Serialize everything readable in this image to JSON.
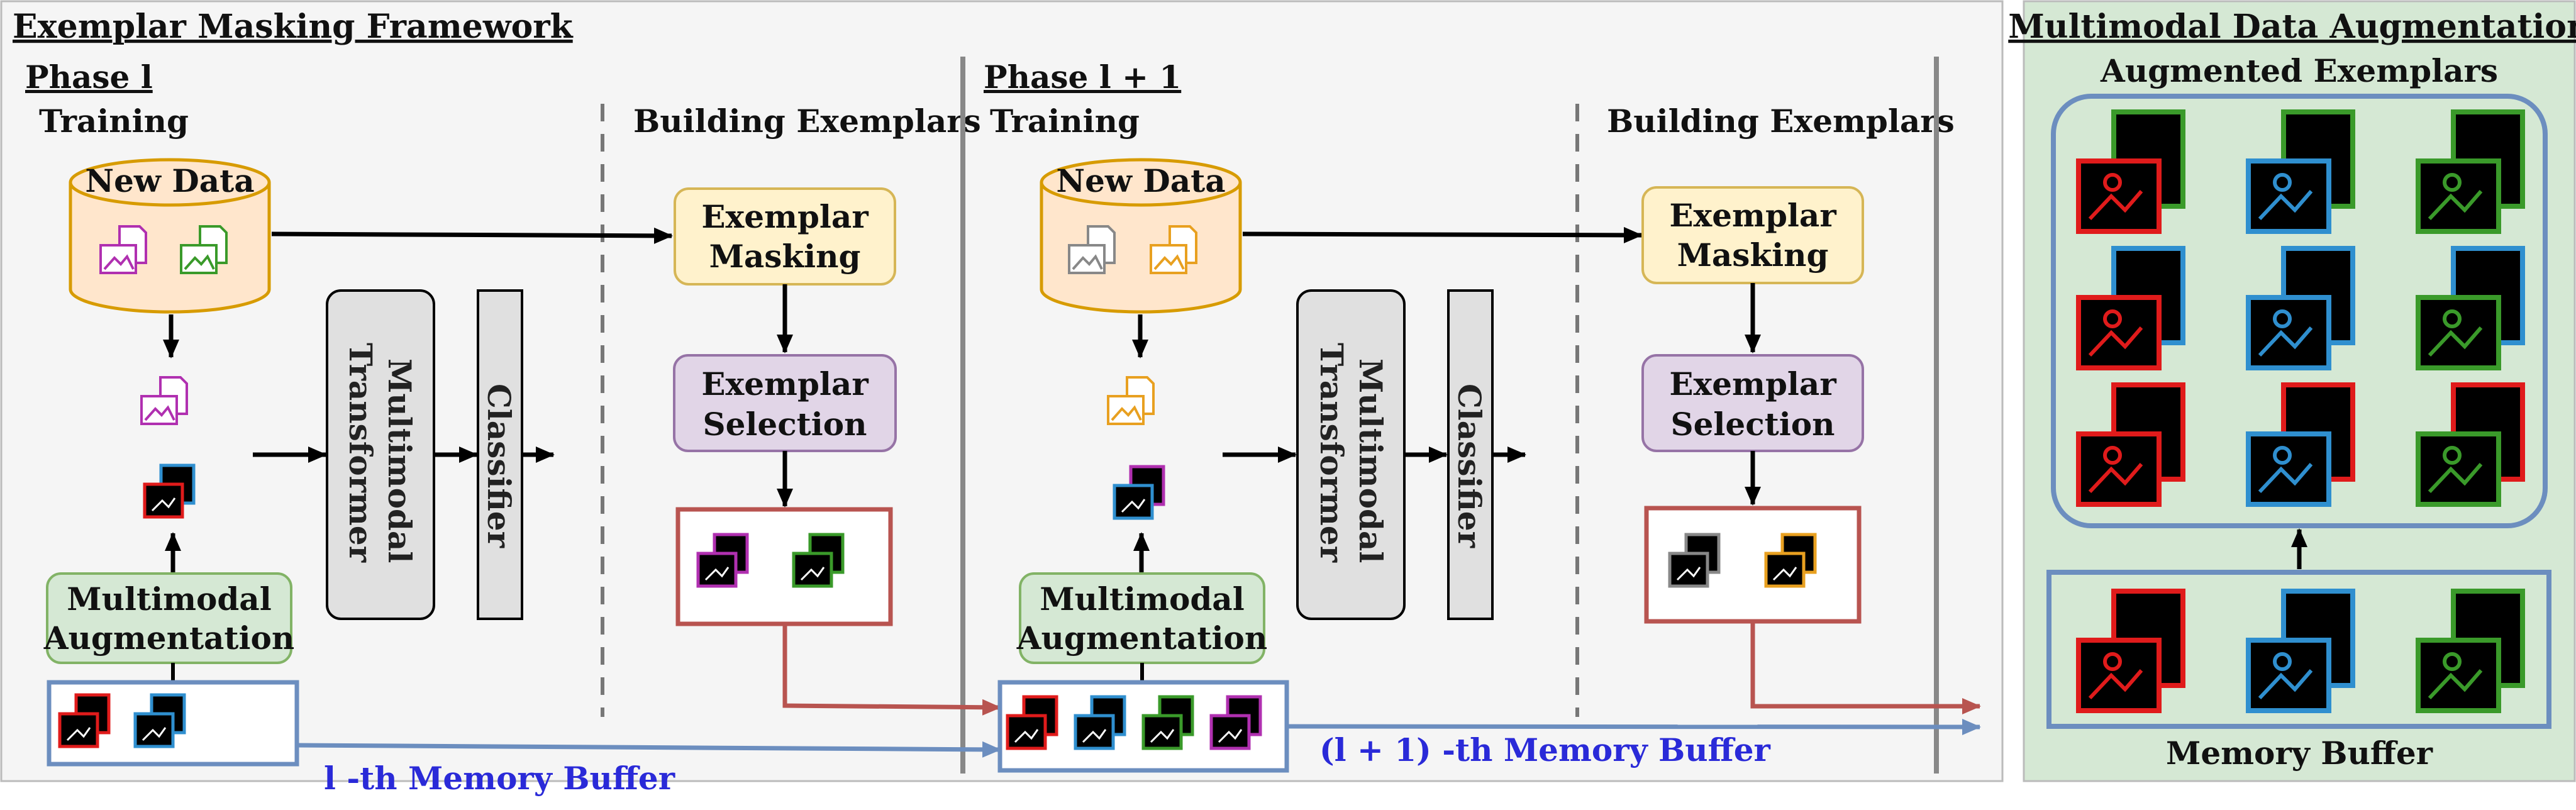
{
  "framework": {
    "title": "Exemplar Masking Framework",
    "phase_l": "Phase  l",
    "phase_l1": "Phase  l + 1",
    "training": "Training",
    "building": "Building Exemplars",
    "new_data": "New Data",
    "exemplar_masking_1": "Exemplar",
    "exemplar_masking_2": "Masking",
    "exemplar_selection_1": "Exemplar",
    "exemplar_selection_2": "Selection",
    "mm_aug_1": "Multimodal",
    "mm_aug_2": "Augmentation",
    "transformer_1": "Multimodal",
    "transformer_2": "Transformer",
    "classifier": "Classifier",
    "memory_l": "l -th Memory Buffer",
    "memory_l1": "(l + 1) -th Memory Buffer"
  },
  "augmentation_panel": {
    "title": "Multimodal Data Augmentation",
    "augmented": "Augmented Exemplars",
    "memory": "Memory Buffer"
  },
  "colors": {
    "red": "#e01b1b",
    "blue": "#2f8fcf",
    "green": "#3a9a2a",
    "purple": "#b030b0",
    "orange": "#e8a020",
    "accent_blue": "#6c8ebf",
    "accent_red": "#b85450"
  }
}
